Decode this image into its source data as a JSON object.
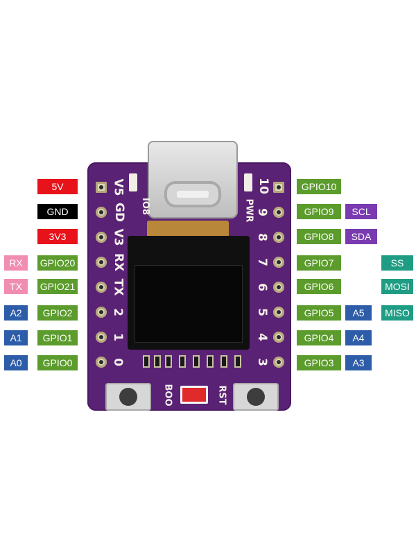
{
  "left_labels": {
    "power": [
      "5V",
      "GND",
      "3V3"
    ],
    "alt": [
      "RX",
      "TX",
      "A2",
      "A1",
      "A0"
    ],
    "gpio": [
      "GPIO20",
      "GPIO21",
      "GPIO2",
      "GPIO1",
      "GPIO0"
    ]
  },
  "right_labels": {
    "gpio": [
      "GPIO10",
      "GPIO9",
      "GPIO8",
      "GPIO7",
      "GPIO6",
      "GPIO5",
      "GPIO4",
      "GPIO3"
    ],
    "i2c": [
      "SCL",
      "SDA"
    ],
    "analog": [
      "A5",
      "A4",
      "A3"
    ],
    "spi": [
      "SS",
      "MOSI",
      "MISO"
    ]
  },
  "silkscreen": {
    "left_pins": [
      "V5",
      "GD",
      "V3",
      "RX",
      "TX",
      "2",
      "1",
      "0"
    ],
    "right_pins": [
      "10",
      "9",
      "8",
      "7",
      "6",
      "5",
      "4",
      "3"
    ],
    "io8": "IO8",
    "pwr": "PWR",
    "boot": "BOO",
    "rst": "RST"
  },
  "colors": {
    "power_red": "#e8121b",
    "gnd_black": "#000000",
    "uart_pink": "#f28db2",
    "gpio_green": "#5b9c2c",
    "analog_blue": "#2d5ca8",
    "i2c_purple": "#7a3bb1",
    "spi_teal": "#1f9d84",
    "board_purple": "#5a2275"
  }
}
